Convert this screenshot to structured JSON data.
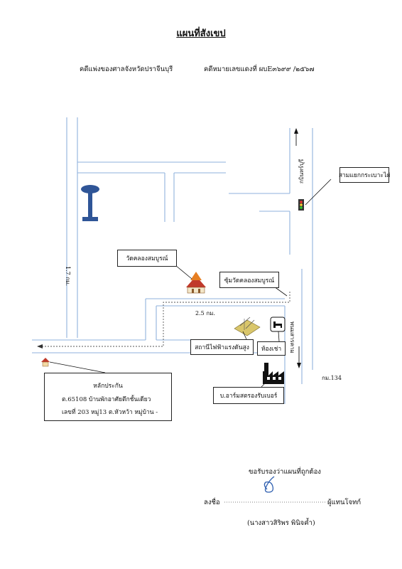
{
  "title": "แผนที่สังเขป",
  "header": {
    "court_case": "คดีแพ่งของศาลจังหวัดปราจีนบุรี",
    "red_case": "คดีหมายเลขแดงที่  ผบE๓๖๙๙ /๒๕๖๗"
  },
  "map": {
    "label_road_north": "กบินทร์บุรี",
    "label_road_south": "พนมสารคาม",
    "label_intersection": "สามแยกกระเบาะไผ่",
    "label_temple": "วัดคลองสมบูรณ์",
    "label_temple_junction": "ซุ้มวัดคลองสมบูรณ์",
    "label_dist_2_5": "2.5 กม.",
    "label_dist_1_7": "1.7 กม.",
    "label_power_station": "สถานีไฟฟ้าแรงดันสูง",
    "label_hotel": "ห้องเช่า",
    "label_km": "กม.134",
    "label_factory": "บ.อาร์มสตรองรับเบอร์",
    "collateral": {
      "title": "หลักประกัน",
      "line1": "ต.65108   บ้านพักอาศัยตึกชั้นเดียว",
      "line2": "เลขที่ 203 หมู่13 ต.หัวหว้า  หมู่บ้าน  -"
    },
    "colors": {
      "road": "#8fb2dd",
      "marker": "#2f5597"
    }
  },
  "footer": {
    "certify": "ขอรับรองว่าแผนที่ถูกต้อง",
    "sign_prefix": "ลงชื่อ",
    "sign_role": "ผู้แทนโจทก์",
    "signer": "(นางสาวสิริพร  พินิจค้ำ)"
  }
}
